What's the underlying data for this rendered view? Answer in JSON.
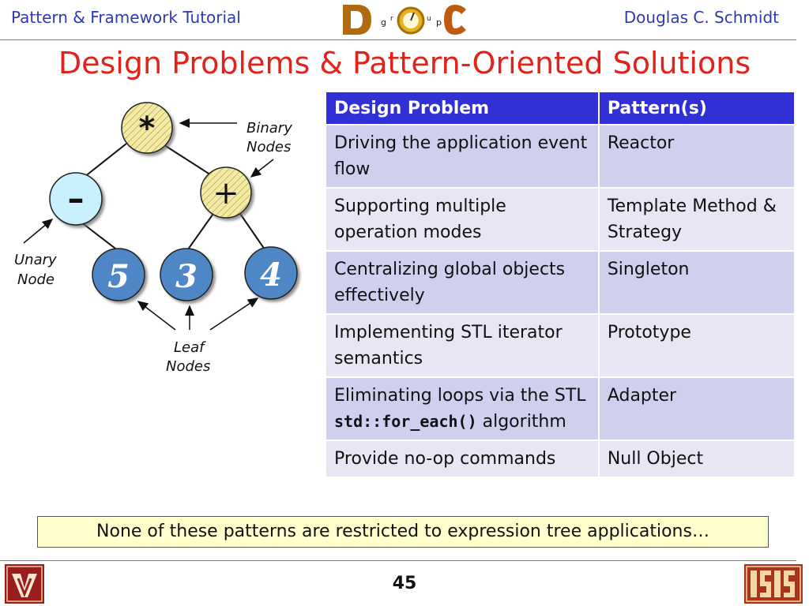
{
  "header": {
    "left_title": "Pattern & Framework Tutorial",
    "right_author": "Douglas C. Schmidt",
    "logo_letters": [
      "D",
      "g",
      "r",
      "u",
      "p",
      "C"
    ]
  },
  "slide": {
    "title": "Design Problems & Pattern-Oriented Solutions"
  },
  "diagram": {
    "nodes": {
      "root": "*",
      "unary": "–",
      "binary": "+",
      "leaf1": "5",
      "leaf2": "3",
      "leaf3": "4"
    },
    "labels": {
      "binary_line1": "Binary",
      "binary_line2": "Nodes",
      "unary_line1": "Unary",
      "unary_line2": "Node",
      "leaf_line1": "Leaf",
      "leaf_line2": "Nodes"
    },
    "colors": {
      "binary_fill": "#f3eaa8",
      "unary_fill": "#c8f0ff",
      "leaf_fill": "#4f86c6"
    }
  },
  "table": {
    "headers": [
      "Design Problem",
      "Pattern(s)"
    ],
    "rows": [
      {
        "problem": "Driving the application event flow",
        "pattern": "Reactor"
      },
      {
        "problem": "Supporting multiple operation modes",
        "pattern": "Template Method & Strategy"
      },
      {
        "problem": "Centralizing global objects effectively",
        "pattern": "Singleton"
      },
      {
        "problem": "Implementing STL iterator semantics",
        "pattern": "Prototype"
      },
      {
        "problem_pre": "Eliminating loops via the STL",
        "problem_code": "std::for_each()",
        "problem_post": "algorithm",
        "pattern": "Adapter"
      },
      {
        "problem": "Provide no-op commands",
        "pattern": "Null Object"
      }
    ],
    "colors": {
      "header_bg": "#3030d6",
      "row_odd": "#cfcfee",
      "row_even": "#e6e6f4"
    }
  },
  "callout": {
    "text": "None of these patterns are restricted to expression tree applications…"
  },
  "footer": {
    "page_number": "45",
    "left_logo_icon": "vanderbilt-v-logo",
    "right_logo_icon": "isis-logo"
  },
  "colors": {
    "header_text": "#2d3ab0",
    "title": "#e0241c"
  }
}
